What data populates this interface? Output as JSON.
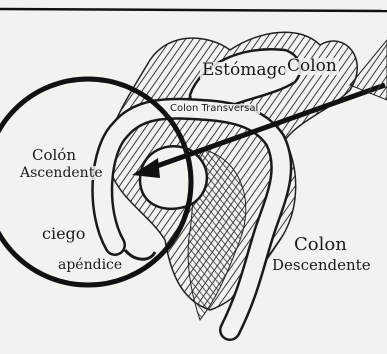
{
  "labels": {
    "stomach": "Estómago",
    "colon": "Colon",
    "transverse_colon": "Colon Transversal",
    "ascending_colon_line1": "Colón",
    "ascending_colon_line2": "Ascendente",
    "cecum": "ciego",
    "appendix": "apéndice",
    "descending_colon_line1": "Colon",
    "descending_colon_line2": "Descendente"
  },
  "colors": {
    "ink": "#1a1a1a",
    "paper": "#f2f2ef",
    "hatch": "#3a3a3a"
  }
}
